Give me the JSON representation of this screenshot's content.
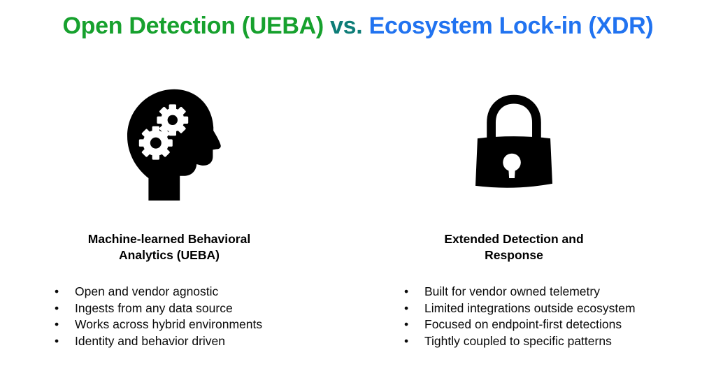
{
  "background": "#ffffff",
  "icon_color": "#000000",
  "bullet_char": "•",
  "title": {
    "part1": "Open Detection (UEBA)",
    "part1_color": "#17a12e",
    "separator": " vs. ",
    "separator_color": "#0e7d78",
    "part2": "Ecosystem Lock-in (XDR)",
    "part2_color": "#2173f0"
  },
  "columns": {
    "left": {
      "icon": "head-with-gears-icon",
      "heading_line1": "Machine-learned Behavioral",
      "heading_line2": "Analytics (UEBA)",
      "bullets": [
        "Open and vendor agnostic",
        "Ingests from any data source",
        "Works across hybrid environments",
        "Identity and behavior driven"
      ]
    },
    "right": {
      "icon": "padlock-icon",
      "heading_line1": "Extended Detection and",
      "heading_line2": "Response",
      "bullets": [
        "Built for vendor owned telemetry",
        "Limited integrations outside ecosystem",
        "Focused on endpoint-first detections",
        "Tightly coupled to specific patterns"
      ]
    }
  }
}
